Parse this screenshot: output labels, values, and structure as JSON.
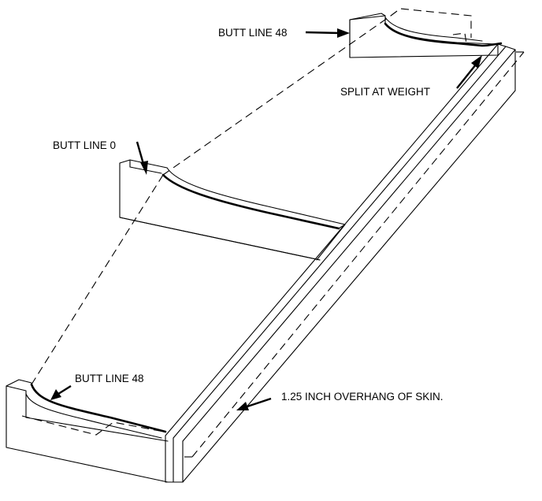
{
  "labels": {
    "butt_line_48_top": "BUTT LINE 48",
    "split_at_weight": "SPLIT AT WEIGHT",
    "butt_line_0": "BUTT LINE 0",
    "butt_line_48_bottom": "BUTT LINE 48",
    "overhang": "1.25 INCH OVERHANG OF SKIN."
  }
}
